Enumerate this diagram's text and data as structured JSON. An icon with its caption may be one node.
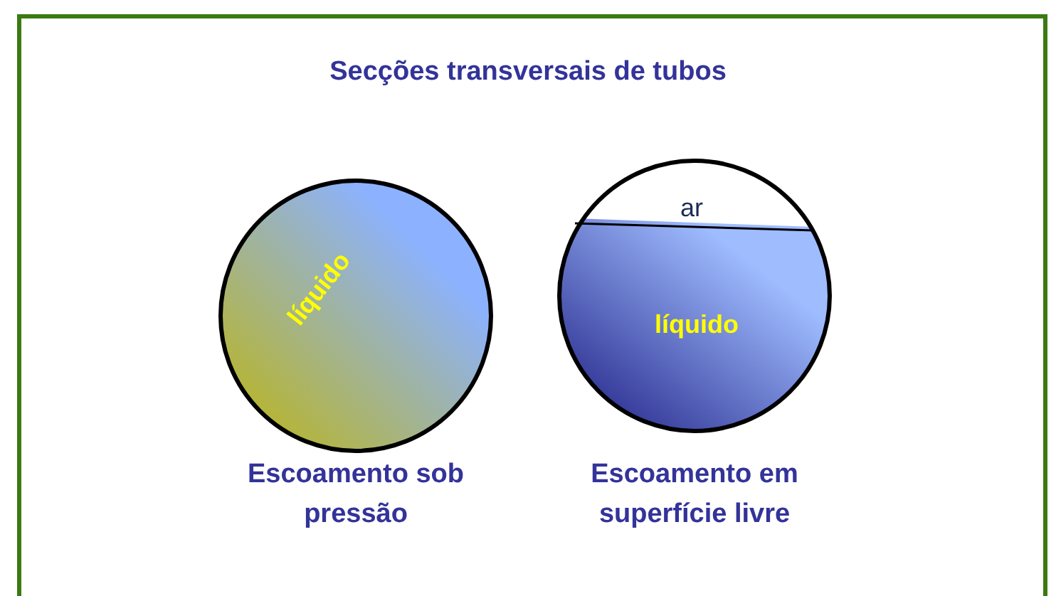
{
  "diagram": {
    "title": "Secções transversais de tubos",
    "nodes": [
      {
        "text": [
          "líquido"
        ],
        "beside": [
          "Escoamento sob pressão"
        ]
      },
      {
        "text": [
          "ar",
          "líquido"
        ],
        "beside": [
          "Escoamento em superfície livre"
        ]
      }
    ]
  }
}
